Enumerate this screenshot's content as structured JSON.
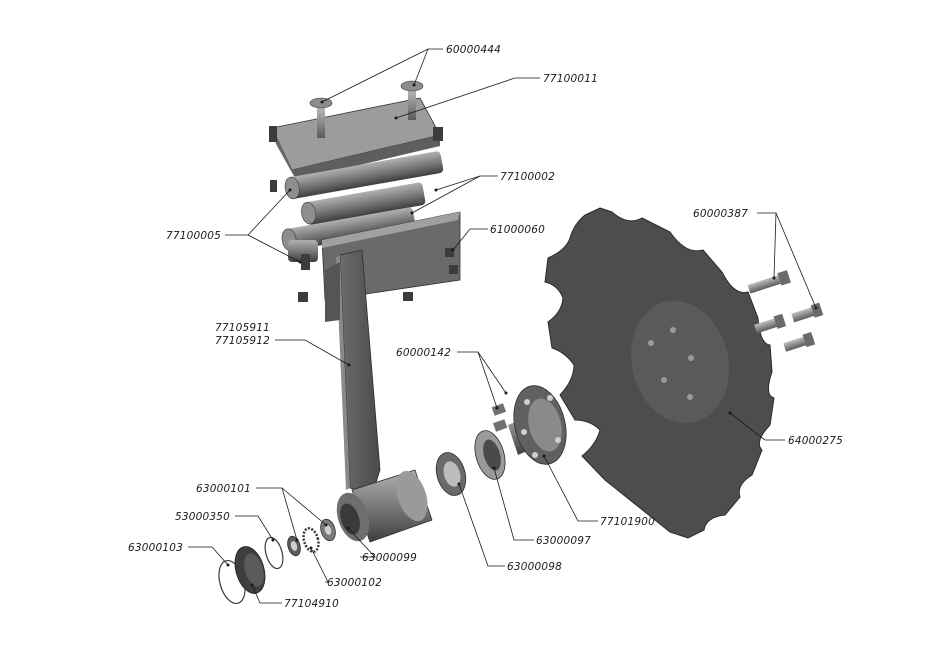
{
  "labels": {
    "p60000444": "60000444",
    "p77100011": "77100011",
    "p77100002": "77100002",
    "p77100005": "77100005",
    "p61000060": "61000060",
    "p60000387": "60000387",
    "p77105911": "77105911",
    "p77105912": "77105912",
    "p60000142": "60000142",
    "p64000275": "64000275",
    "p63000101": "63000101",
    "p53000350": "53000350",
    "p63000103": "63000103",
    "p77101900": "77101900",
    "p63000097": "63000097",
    "p63000099": "63000099",
    "p63000098": "63000098",
    "p63000102": "63000102",
    "p77104910": "77104910"
  },
  "colors": {
    "part_dark": "#505050",
    "part_mid": "#7a7a7a",
    "part_light": "#a3a3a3",
    "leader": "#1a1a1a"
  }
}
